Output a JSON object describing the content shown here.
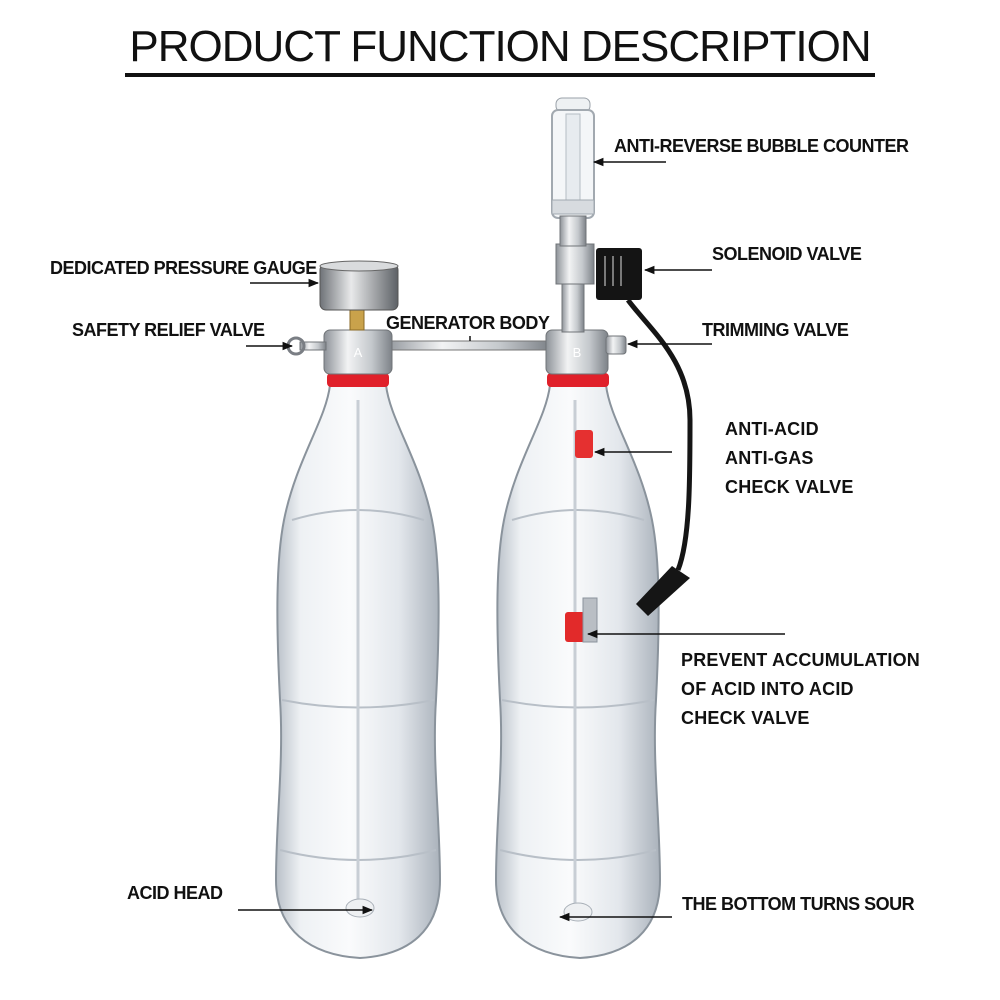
{
  "title": "PRODUCT FUNCTION DESCRIPTION",
  "labels": {
    "bubble_counter": "ANTI-REVERSE BUBBLE COUNTER",
    "solenoid": "SOLENOID VALVE",
    "pressure_gauge": "DEDICATED PRESSURE GAUGE",
    "relief_valve": "SAFETY RELIEF VALVE",
    "generator_body": "GENERATOR BODY",
    "trimming_valve": "TRIMMING VALVE",
    "check_valve": [
      "ANTI-ACID",
      "ANTI-GAS",
      "CHECK VALVE"
    ],
    "prevent": [
      "PREVENT ACCUMULATION",
      "OF ACID INTO ACID",
      "CHECK VALVE"
    ],
    "acid_head": "ACID HEAD",
    "bottom": "THE BOTTOM TURNS SOUR"
  },
  "markings": {
    "cap_a": "A",
    "cap_b": "B"
  },
  "colors": {
    "text": "#111111",
    "ring_red": "#e0202a",
    "metal": "#c9ccd0",
    "bottle": "#dfe4ea"
  }
}
